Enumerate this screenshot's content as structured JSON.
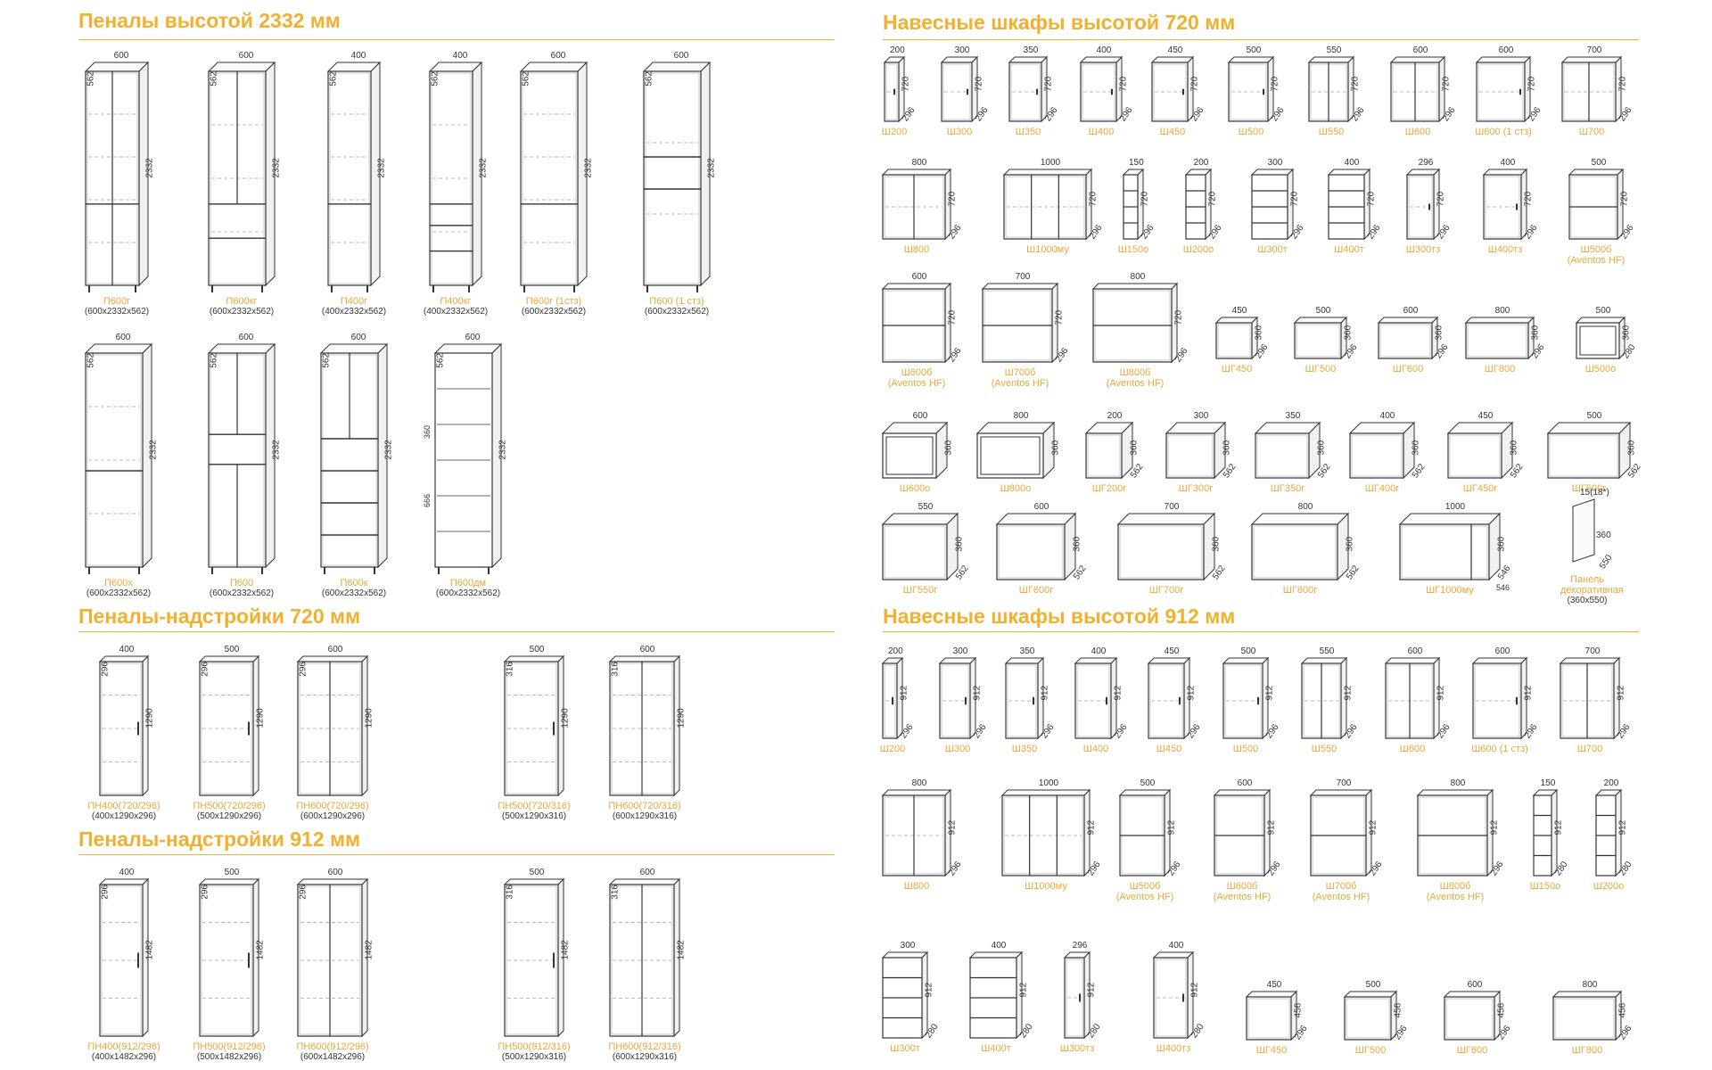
{
  "sections": [
    {
      "title": "Пеналы высотой 2332 мм"
    },
    {
      "title": "Навесные шкафы высотой 720 мм"
    },
    {
      "title": "Пеналы-надстройки 720 мм"
    },
    {
      "title": "Пеналы-надстройки 912 мм"
    },
    {
      "title": "Навесные шкафы высотой 912 мм"
    }
  ],
  "items": [
    {
      "name": "П600г",
      "size": "(600x2332x562)",
      "w": "600",
      "d": "562",
      "h": "2332",
      "style": "2door-split"
    },
    {
      "name": "П600кг",
      "size": "(600x2332x562)",
      "w": "600",
      "d": "562",
      "h": "2332",
      "style": "drawers2"
    },
    {
      "name": "П400г",
      "size": "(400x2332x562)",
      "w": "400",
      "d": "562",
      "h": "2332",
      "style": "1door-split"
    },
    {
      "name": "П400кг",
      "size": "(400x2332x562)",
      "w": "400",
      "d": "562",
      "h": "2332",
      "style": "drawers3"
    },
    {
      "name": "П600г (1стз)",
      "size": "(600x2332x562)",
      "w": "600",
      "d": "562",
      "h": "2332",
      "style": "1door-split"
    },
    {
      "name": "П600 (1 стз)",
      "size": "(600x2332x562)",
      "w": "600",
      "d": "562",
      "h": "2332",
      "style": "oven"
    },
    {
      "name": "П600х",
      "size": "(600x2332x562)",
      "w": "600",
      "d": "562",
      "h": "2332",
      "style": "fridge"
    },
    {
      "name": "П600",
      "size": "(600x2332x562)",
      "w": "600",
      "d": "562",
      "h": "2332",
      "style": "oven2"
    },
    {
      "name": "П600к",
      "size": "(600x2332x562)",
      "w": "600",
      "d": "562",
      "h": "2332",
      "style": "oven-drawers"
    },
    {
      "name": "П600дм",
      "size": "(600x2332x562)",
      "w": "600",
      "d": "562",
      "h": "2332",
      "h2": "360",
      "h3": "666",
      "style": "frame"
    },
    {
      "name": "Ш200",
      "w": "200",
      "d": "296",
      "h": "720",
      "style": "1door"
    },
    {
      "name": "Ш300",
      "w": "300",
      "d": "296",
      "h": "720",
      "style": "1door"
    },
    {
      "name": "Ш350",
      "w": "350",
      "d": "296",
      "h": "720",
      "style": "1door"
    },
    {
      "name": "Ш400",
      "w": "400",
      "d": "296",
      "h": "720",
      "style": "1door"
    },
    {
      "name": "Ш450",
      "w": "450",
      "d": "296",
      "h": "720",
      "style": "1door"
    },
    {
      "name": "Ш500",
      "w": "500",
      "d": "296",
      "h": "720",
      "style": "1door"
    },
    {
      "name": "Ш550",
      "w": "550",
      "d": "296",
      "h": "720",
      "style": "2door"
    },
    {
      "name": "Ш600",
      "w": "600",
      "d": "296",
      "h": "720",
      "style": "2door"
    },
    {
      "name": "Ш600 (1 стз)",
      "w": "600",
      "d": "296",
      "h": "720",
      "style": "1door"
    },
    {
      "name": "Ш700",
      "w": "700",
      "d": "296",
      "h": "720",
      "style": "2door"
    },
    {
      "name": "Ш800",
      "w": "800",
      "d": "296",
      "h": "720",
      "style": "2door"
    },
    {
      "name": "Ш1000му",
      "w": "1000",
      "d": "296",
      "h": "720",
      "style": "3door"
    },
    {
      "name": "Ш150о",
      "w": "150",
      "d": "296",
      "h": "720",
      "style": "open"
    },
    {
      "name": "Ш200о",
      "w": "200",
      "d": "296",
      "h": "720",
      "style": "open"
    },
    {
      "name": "Ш300т",
      "w": "300",
      "d": "296",
      "h": "720",
      "style": "open"
    },
    {
      "name": "Ш400т",
      "w": "400",
      "d": "296",
      "h": "720",
      "style": "open"
    },
    {
      "name": "Ш300тз",
      "w": "296",
      "d": "296",
      "h": "720",
      "style": "1door"
    },
    {
      "name": "Ш400тз",
      "w": "400",
      "d": "296",
      "h": "720",
      "style": "1door"
    },
    {
      "name": "Ш500б",
      "name2": "(Aventos HF)",
      "w": "500",
      "d": "296",
      "h": "720",
      "style": "lift"
    },
    {
      "name": "Ш600б",
      "name2": "(Aventos HF)",
      "w": "600",
      "d": "296",
      "h": "720",
      "style": "lift"
    },
    {
      "name": "Ш700б",
      "name2": "(Aventos HF)",
      "w": "700",
      "d": "296",
      "h": "720",
      "style": "lift"
    },
    {
      "name": "Ш800б",
      "name2": "(Aventos HF)",
      "w": "800",
      "d": "296",
      "h": "720",
      "style": "lift"
    },
    {
      "name": "ШГ450",
      "w": "450",
      "d": "296",
      "h": "360",
      "style": "box"
    },
    {
      "name": "ШГ500",
      "w": "500",
      "d": "296",
      "h": "360",
      "style": "box"
    },
    {
      "name": "ШГ600",
      "w": "600",
      "d": "296",
      "h": "360",
      "style": "box"
    },
    {
      "name": "ШГ800",
      "w": "800",
      "d": "296",
      "h": "360",
      "style": "box"
    },
    {
      "name": "Ш500о",
      "w": "500",
      "d": "280",
      "h": "360",
      "style": "openbox"
    },
    {
      "name": "Ш600о",
      "w": "600",
      "d": "",
      "h": "360",
      "style": "openbox"
    },
    {
      "name": "Ш800о",
      "w": "800",
      "d": "",
      "h": "360",
      "style": "openbox"
    },
    {
      "name": "ШГ200г",
      "w": "200",
      "d": "562",
      "h": "360",
      "style": "deep"
    },
    {
      "name": "ШГ300г",
      "w": "300",
      "d": "562",
      "h": "360",
      "style": "deep"
    },
    {
      "name": "ШГ350г",
      "w": "350",
      "d": "562",
      "h": "360",
      "style": "deep"
    },
    {
      "name": "ШГ400г",
      "w": "400",
      "d": "562",
      "h": "360",
      "style": "deep"
    },
    {
      "name": "ШГ450г",
      "w": "450",
      "d": "562",
      "h": "360",
      "style": "deep"
    },
    {
      "name": "ШГ500г",
      "w": "500",
      "d": "562",
      "h": "360",
      "style": "deep"
    },
    {
      "name": "ШГ550г",
      "w": "550",
      "d": "562",
      "h": "360",
      "style": "deep"
    },
    {
      "name": "ШГ600г",
      "w": "600",
      "d": "562",
      "h": "360",
      "style": "deep"
    },
    {
      "name": "ШГ700г",
      "w": "700",
      "d": "562",
      "h": "360",
      "style": "deep"
    },
    {
      "name": "ШГ800г",
      "w": "800",
      "d": "562",
      "h": "360",
      "style": "deep"
    },
    {
      "name": "ШГ1000му",
      "w": "1000",
      "d": "546",
      "d2": "546",
      "h": "360",
      "style": "deep2"
    },
    {
      "name": "Панель",
      "name2": "декоративная",
      "size": "(360x550)",
      "w": "15(18*)",
      "d": "550",
      "h": "360",
      "style": "panel"
    },
    {
      "name": "ПН400(720/296)",
      "size": "(400x1290x296)",
      "w": "400",
      "d": "296",
      "h": "1290",
      "style": "1door"
    },
    {
      "name": "ПН500(720/296)",
      "size": "(500x1290x296)",
      "w": "500",
      "d": "296",
      "h": "1290",
      "style": "1door"
    },
    {
      "name": "ПН600(720/296)",
      "size": "(600x1290x296)",
      "w": "600",
      "d": "296",
      "h": "1290",
      "style": "2door"
    },
    {
      "name": "ПН500(720/316)",
      "size": "(500x1290x316)",
      "w": "500",
      "d": "316",
      "h": "1290",
      "style": "1door"
    },
    {
      "name": "ПН600(720/316)",
      "size": "(600x1290x316)",
      "w": "600",
      "d": "316",
      "h": "1290",
      "style": "2door"
    },
    {
      "name": "ПН400(912/296)",
      "size": "(400x1482x296)",
      "w": "400",
      "d": "296",
      "h": "1482",
      "style": "1door"
    },
    {
      "name": "ПН500(912/296)",
      "size": "(500x1482x296)",
      "w": "500",
      "d": "296",
      "h": "1482",
      "style": "1door"
    },
    {
      "name": "ПН600(912/296)",
      "size": "(600x1482x296)",
      "w": "600",
      "d": "296",
      "h": "1482",
      "style": "2door"
    },
    {
      "name": "ПН500(912/316)",
      "size": "(500x1290x316)",
      "w": "500",
      "d": "316",
      "h": "1482",
      "style": "1door"
    },
    {
      "name": "ПН600(912/316)",
      "size": "(600x1290x316)",
      "w": "600",
      "d": "316",
      "h": "1482",
      "style": "2door"
    },
    {
      "name": "Ш200",
      "w": "200",
      "d": "296",
      "h": "912",
      "style": "1door"
    },
    {
      "name": "Ш300",
      "w": "300",
      "d": "296",
      "h": "912",
      "style": "1door"
    },
    {
      "name": "Ш350",
      "w": "350",
      "d": "296",
      "h": "912",
      "style": "1door"
    },
    {
      "name": "Ш400",
      "w": "400",
      "d": "296",
      "h": "912",
      "style": "1door"
    },
    {
      "name": "Ш450",
      "w": "450",
      "d": "296",
      "h": "912",
      "style": "1door"
    },
    {
      "name": "Ш500",
      "w": "500",
      "d": "296",
      "h": "912",
      "style": "1door"
    },
    {
      "name": "Ш550",
      "w": "550",
      "d": "296",
      "h": "912",
      "style": "2door"
    },
    {
      "name": "Ш600",
      "w": "600",
      "d": "296",
      "h": "912",
      "style": "2door"
    },
    {
      "name": "Ш600 (1 стз)",
      "w": "600",
      "d": "296",
      "h": "912",
      "style": "1door"
    },
    {
      "name": "Ш700",
      "w": "700",
      "d": "296",
      "h": "912",
      "style": "2door"
    },
    {
      "name": "Ш800",
      "w": "800",
      "d": "296",
      "h": "912",
      "style": "2door"
    },
    {
      "name": "Ш1000му",
      "w": "1000",
      "d": "296",
      "h": "912",
      "style": "3door"
    },
    {
      "name": "Ш500б",
      "name2": "(Aventos HF)",
      "w": "500",
      "d": "296",
      "h": "912",
      "style": "lift"
    },
    {
      "name": "Ш600б",
      "name2": "(Aventos HF)",
      "w": "600",
      "d": "296",
      "h": "912",
      "style": "lift"
    },
    {
      "name": "Ш700б",
      "name2": "(Aventos HF)",
      "w": "700",
      "d": "296",
      "h": "912",
      "style": "lift"
    },
    {
      "name": "Ш800б",
      "name2": "(Aventos HF)",
      "w": "800",
      "d": "296",
      "h": "912",
      "style": "lift"
    },
    {
      "name": "Ш150о",
      "w": "150",
      "d": "280",
      "h": "912",
      "style": "open"
    },
    {
      "name": "Ш200о",
      "w": "200",
      "d": "280",
      "h": "912",
      "style": "open"
    },
    {
      "name": "Ш300т",
      "w": "300",
      "d": "280",
      "h": "912",
      "style": "open"
    },
    {
      "name": "Ш400т",
      "w": "400",
      "d": "280",
      "h": "912",
      "style": "open"
    },
    {
      "name": "Ш300тз",
      "w": "296",
      "d": "280",
      "h": "912",
      "style": "1door"
    },
    {
      "name": "Ш400тз",
      "w": "400",
      "d": "280",
      "h": "912",
      "style": "1door"
    },
    {
      "name": "ШГ450",
      "w": "450",
      "d": "296",
      "h": "456",
      "style": "box"
    },
    {
      "name": "ШГ500",
      "w": "500",
      "d": "296",
      "h": "456",
      "style": "box"
    },
    {
      "name": "ШГ600",
      "w": "600",
      "d": "296",
      "h": "456",
      "style": "box"
    },
    {
      "name": "ШГ800",
      "w": "800",
      "d": "296",
      "h": "456",
      "style": "box"
    }
  ]
}
